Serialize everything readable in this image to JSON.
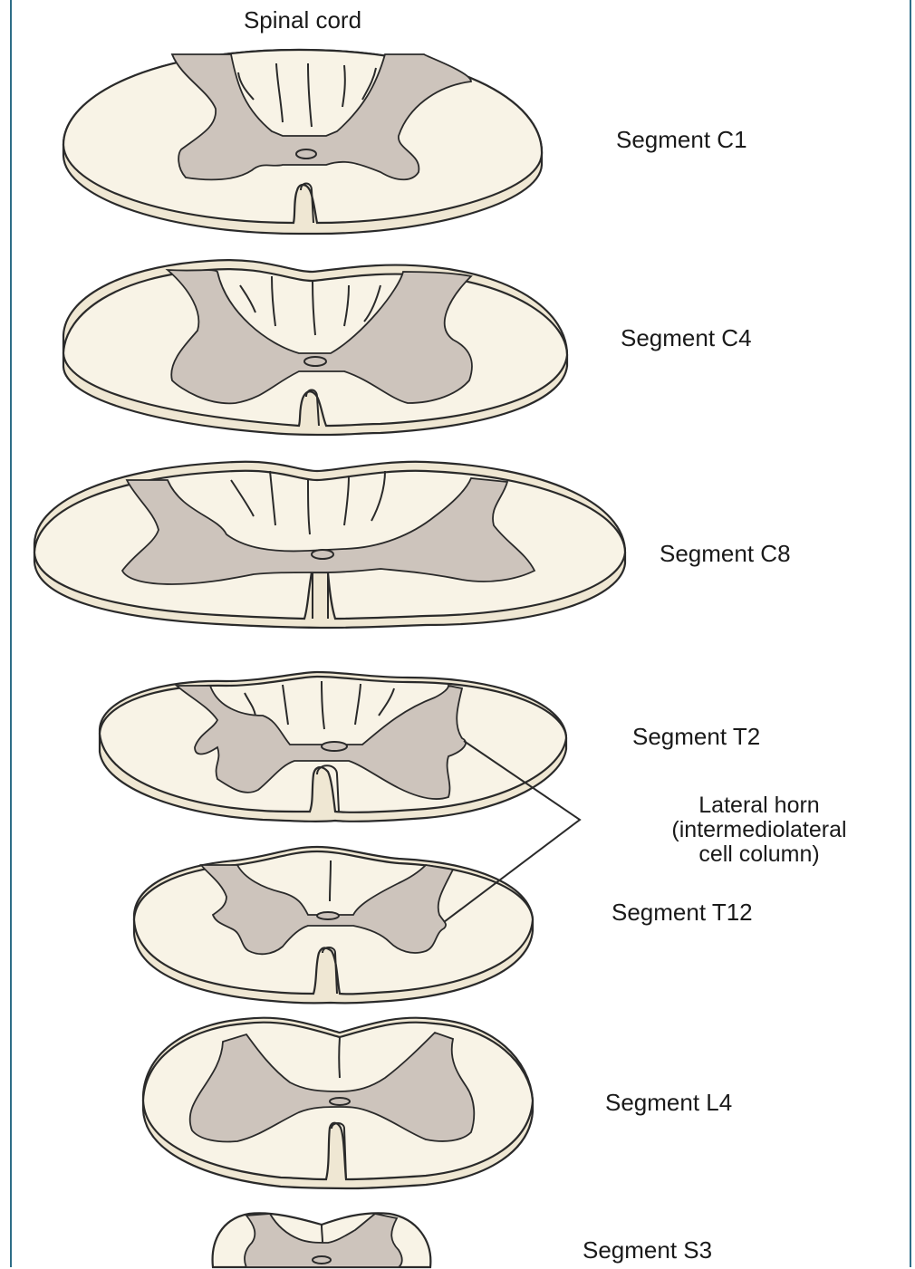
{
  "title": "Spinal cord",
  "segments": [
    {
      "label": "Segment C1"
    },
    {
      "label": "Segment C4"
    },
    {
      "label": "Segment C8"
    },
    {
      "label": "Segment T2"
    },
    {
      "label": "Segment T12"
    },
    {
      "label": "Segment L4"
    },
    {
      "label": "Segment S3"
    }
  ],
  "lateral_horn": {
    "line1": "Lateral horn",
    "line2": "(intermediolateral",
    "line3": "cell column)"
  },
  "colors": {
    "white_matter": "#f8f3e6",
    "gray_matter": "#cdc4bc",
    "outline": "#2a2a2a",
    "frame": "#2e6e88"
  }
}
